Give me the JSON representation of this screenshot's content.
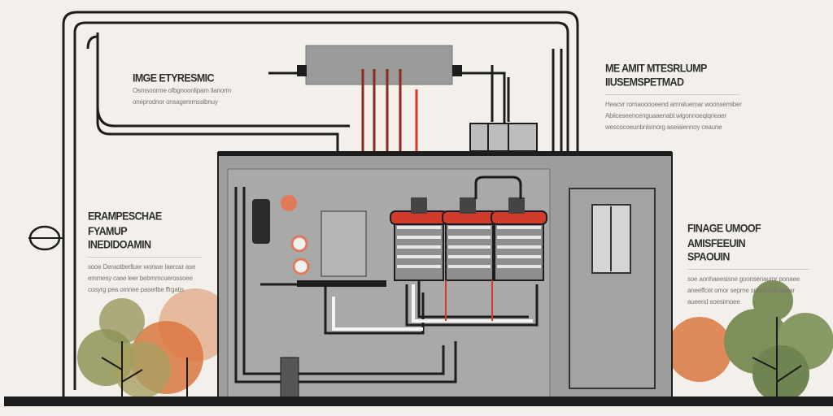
{
  "blocks": {
    "top_left": {
      "title": [
        "IMGE ETYRESMIC"
      ],
      "lines": [
        "Osmsoorme ofbgnoonlipam Ilanorm",
        "oneprodnor onsagemmssibnuy"
      ]
    },
    "top_right": {
      "title": [
        "ME AMIT MTESRLUMP",
        "IIUSEMSPETMAD"
      ],
      "lines": [
        "Heacvr romaooooeend amraluemar woonsemiber",
        "Abiiceseencenguaaenabl.wigonnoeqiqrieaer",
        "wescocoeunbnlsmorg aseiaiennoy ceaune"
      ]
    },
    "mid_left": {
      "title": [
        "ERAMPESCHAE FYAMUP",
        "INEDIDOAMIN"
      ],
      "lines": [
        "sooe Deraotberlluer wonwe Iaerosr ase",
        "emmesy case leer bebmmcuerossoee",
        "cosyrg pea omnee paserlbe ffrgatis"
      ]
    },
    "mid_right": {
      "title": [
        "FINAGE UMOOF AMISFEEUIN",
        "SPAOUIN"
      ],
      "lines": [
        "soe aonhaeesisne goonsenaumr ponaee",
        "aneeffcet omor seprne snsnenne ocaar",
        "aueend soesirnoee"
      ]
    }
  },
  "colors": {
    "background": "#f3f0eb",
    "building": "#9d9d9d",
    "outline": "#1d1d1d",
    "accent_red": "#d23a2a",
    "tree_green": "#7d8f5a",
    "tree_orange": "#d9773f"
  }
}
